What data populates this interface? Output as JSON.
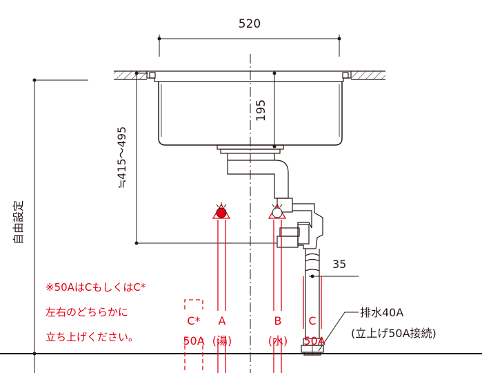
{
  "dimensions": {
    "width": "520",
    "depth": "195",
    "height_range": "≒415～495",
    "free_setting": "自由設定",
    "pipe_offset": "35"
  },
  "notes": {
    "line1": "※50AはCもしくはC*",
    "line2": "左右のどちらかに",
    "line3": "立ち上げください。"
  },
  "pipes": {
    "c_star": {
      "letter": "C*",
      "size": "50A"
    },
    "a": {
      "letter": "A",
      "label": "(湯)"
    },
    "b": {
      "letter": "B",
      "label": "(水)"
    },
    "c": {
      "letter": "C",
      "size": "50A"
    }
  },
  "drain": {
    "line1": "排水40A",
    "line2": "(立上げ50A接続)"
  },
  "colors": {
    "line": "#231815",
    "accent": "#e60012",
    "hot_dot": "#e60012"
  }
}
